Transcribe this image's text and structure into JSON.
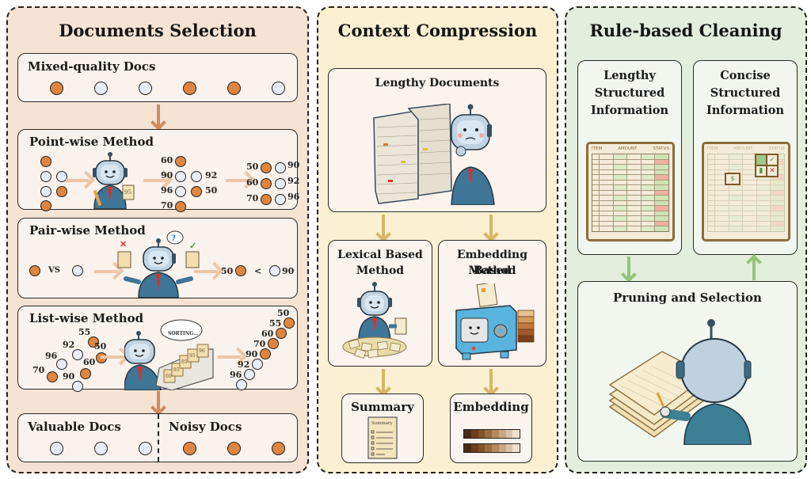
{
  "panels": {
    "documents_selection": {
      "title": "Documents Selection",
      "accent_color": "#e0853f",
      "mixed_quality": {
        "label": "Mixed-quality Docs",
        "dots": [
          "noisy",
          "valuable",
          "valuable",
          "noisy",
          "noisy",
          "valuable"
        ]
      },
      "point_wise": {
        "label": "Point-wise Method",
        "score_card": "95",
        "scored": [
          {
            "score": "60",
            "type": "noisy"
          },
          {
            "score": "90",
            "type": "valuable"
          },
          {
            "score": "92",
            "type": "valuable"
          },
          {
            "score": "96",
            "type": "valuable"
          },
          {
            "score": "50",
            "type": "noisy"
          },
          {
            "score": "70",
            "type": "noisy"
          }
        ],
        "sorted_left": [
          {
            "score": "50",
            "type": "noisy"
          },
          {
            "score": "60",
            "type": "noisy"
          },
          {
            "score": "70",
            "type": "noisy"
          }
        ],
        "sorted_right": [
          {
            "score": "90",
            "type": "valuable"
          },
          {
            "score": "92",
            "type": "valuable"
          },
          {
            "score": "96",
            "type": "valuable"
          }
        ]
      },
      "pair_wise": {
        "label": "Pair-wise Method",
        "vs_label": "VS",
        "thought": "?",
        "result_left": "50",
        "comparator": "<",
        "result_right": "90"
      },
      "list_wise": {
        "label": "List-wise Method",
        "bubble": "SORTING...",
        "cards": [
          "60",
          "85",
          "85",
          "95",
          "96"
        ],
        "input": [
          {
            "score": "55",
            "type": "noisy"
          },
          {
            "score": "92",
            "type": "valuable"
          },
          {
            "score": "50",
            "type": "noisy"
          },
          {
            "score": "96",
            "type": "valuable"
          },
          {
            "score": "60",
            "type": "noisy"
          },
          {
            "score": "70",
            "type": "noisy"
          },
          {
            "score": "90",
            "type": "valuable"
          }
        ],
        "output": [
          {
            "score": "50",
            "type": "noisy"
          },
          {
            "score": "55",
            "type": "noisy"
          },
          {
            "score": "60",
            "type": "noisy"
          },
          {
            "score": "70",
            "type": "noisy"
          },
          {
            "score": "90",
            "type": "valuable"
          },
          {
            "score": "92",
            "type": "valuable"
          },
          {
            "score": "96",
            "type": "valuable"
          }
        ]
      },
      "result": {
        "valuable_label": "Valuable Docs",
        "noisy_label": "Noisy Docs"
      }
    },
    "context_compression": {
      "title": "Context Compression",
      "lengthy_documents": "Lengthy Documents",
      "lexical_method": [
        "Lexical Based",
        "Method"
      ],
      "embedding_method": [
        "Embedding Based",
        "Method"
      ],
      "summary": {
        "label": "Summary",
        "doc_heading": "Summary"
      },
      "embedding": {
        "label": "Embedding"
      }
    },
    "rule_based_cleaning": {
      "title": "Rule-based Cleaning",
      "lengthy_structured": [
        "Lengthy",
        "Structured",
        "Information"
      ],
      "concise_structured": [
        "Concise",
        "Structured",
        "Information"
      ],
      "table_headers": [
        "ITEM",
        "AMOUNT",
        "STATUS"
      ],
      "pruning": "Pruning and Selection"
    }
  }
}
